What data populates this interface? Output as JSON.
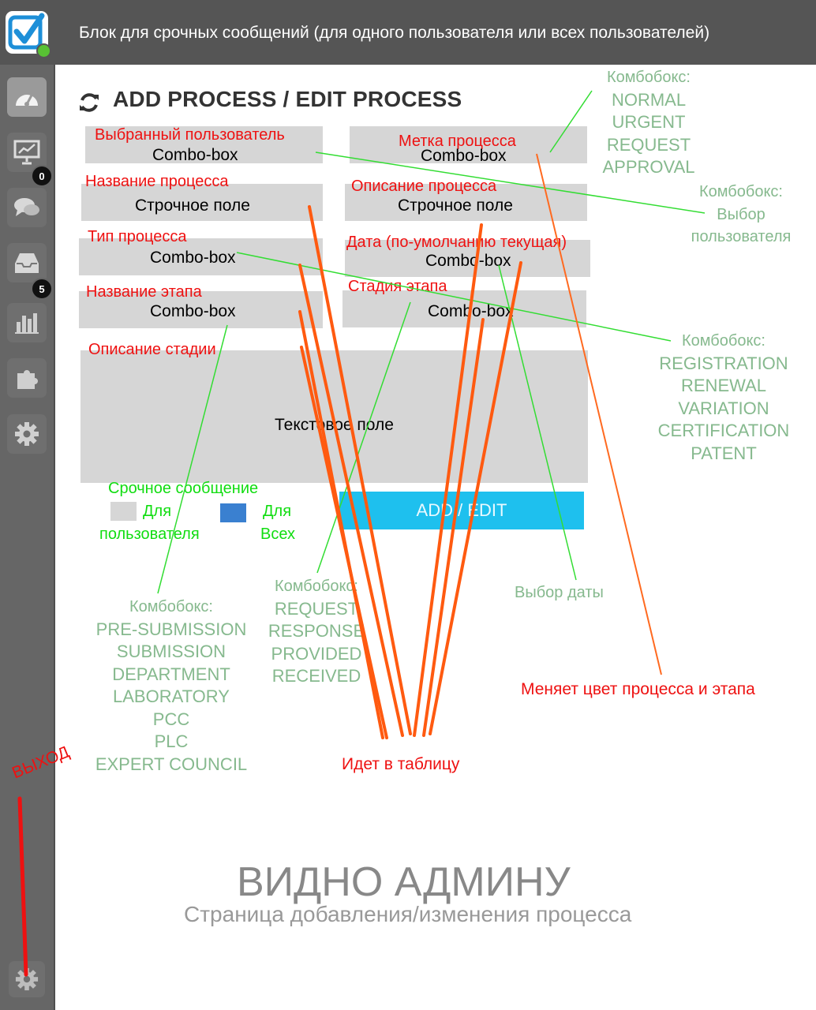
{
  "header": {
    "title": "Блок для срочных сообщений (для одного пользователя или всех пользователей)"
  },
  "sidebar": {
    "items": [
      {
        "icon": "dashboard-icon",
        "active": true
      },
      {
        "icon": "presentation-chart-icon",
        "badge": "0"
      },
      {
        "icon": "chat-bubbles-icon"
      },
      {
        "icon": "inbox-icon",
        "badge": "5"
      },
      {
        "icon": "bar-chart-icon"
      },
      {
        "icon": "puzzle-icon"
      },
      {
        "icon": "settings-gear-icon"
      }
    ],
    "bottom_icon": "settings-gear-icon"
  },
  "page": {
    "title": "ADD PROCESS / EDIT PROCESS",
    "refresh_icon": "refresh-icon"
  },
  "form": {
    "selected_user_label": "Выбранный пользователь",
    "selected_user_value": "Combo-box",
    "process_mark_label": "Метка процесса",
    "process_mark_value": "Combo-box",
    "process_name_label": "Название процесса",
    "process_name_value": "Строчное поле",
    "process_desc_label": "Описание процесса",
    "process_desc_value": "Строчное поле",
    "process_type_label": "Тип процесса",
    "process_type_value": "Combo-box",
    "date_label": "Дата (по-умолчанию текущая)",
    "date_value": "Combo-box",
    "stage_name_label": "Название этапа",
    "stage_name_value": "Combo-box",
    "stage_label": "Стадия этапа",
    "stage_value": "Combo-box",
    "stage_desc_label": "Описание стадии",
    "stage_desc_value": "Текстовое поле",
    "urgent_label": "Срочное сообщение",
    "for_user_line1": "Для",
    "for_user_line2": "пользователя",
    "for_all_line1": "Для",
    "for_all_line2": "Всех",
    "submit_label": "ADD / EDIT",
    "colors": {
      "field": "#d6d6d6",
      "for_all_swatch": "#3a80d0",
      "button": "#1ec0ee"
    }
  },
  "annotations": {
    "mark_combo": [
      "Комбобокс:",
      "NORMAL",
      "URGENT",
      "REQUEST",
      "APPROVAL"
    ],
    "user_combo": [
      "Комбобокс:",
      "Выбор",
      "пользователя"
    ],
    "type_combo": [
      "Комбобокс:",
      "REGISTRATION",
      "RENEWAL",
      "VARIATION",
      "CERTIFICATION",
      "PATENT"
    ],
    "stage_name_combo": [
      "Комбобокс:",
      "PRE-SUBMISSION",
      "SUBMISSION",
      "DEPARTMENT",
      "LABORATORY",
      "PCC",
      "PLC",
      "EXPERT COUNCIL"
    ],
    "stage_combo": [
      "Комбобокс:",
      "REQUEST",
      "RESPONSE",
      "PROVIDED",
      "RECEIVED"
    ],
    "date_pick": "Выбор даты",
    "color_change": "Меняет цвет процесса и этапа",
    "goes_to_table": "Идет в таблицу",
    "exit": "ВЫХОД",
    "admin_title": "ВИДНО АДМИНУ",
    "admin_subtitle": "Страница добавления/изменения процесса"
  }
}
